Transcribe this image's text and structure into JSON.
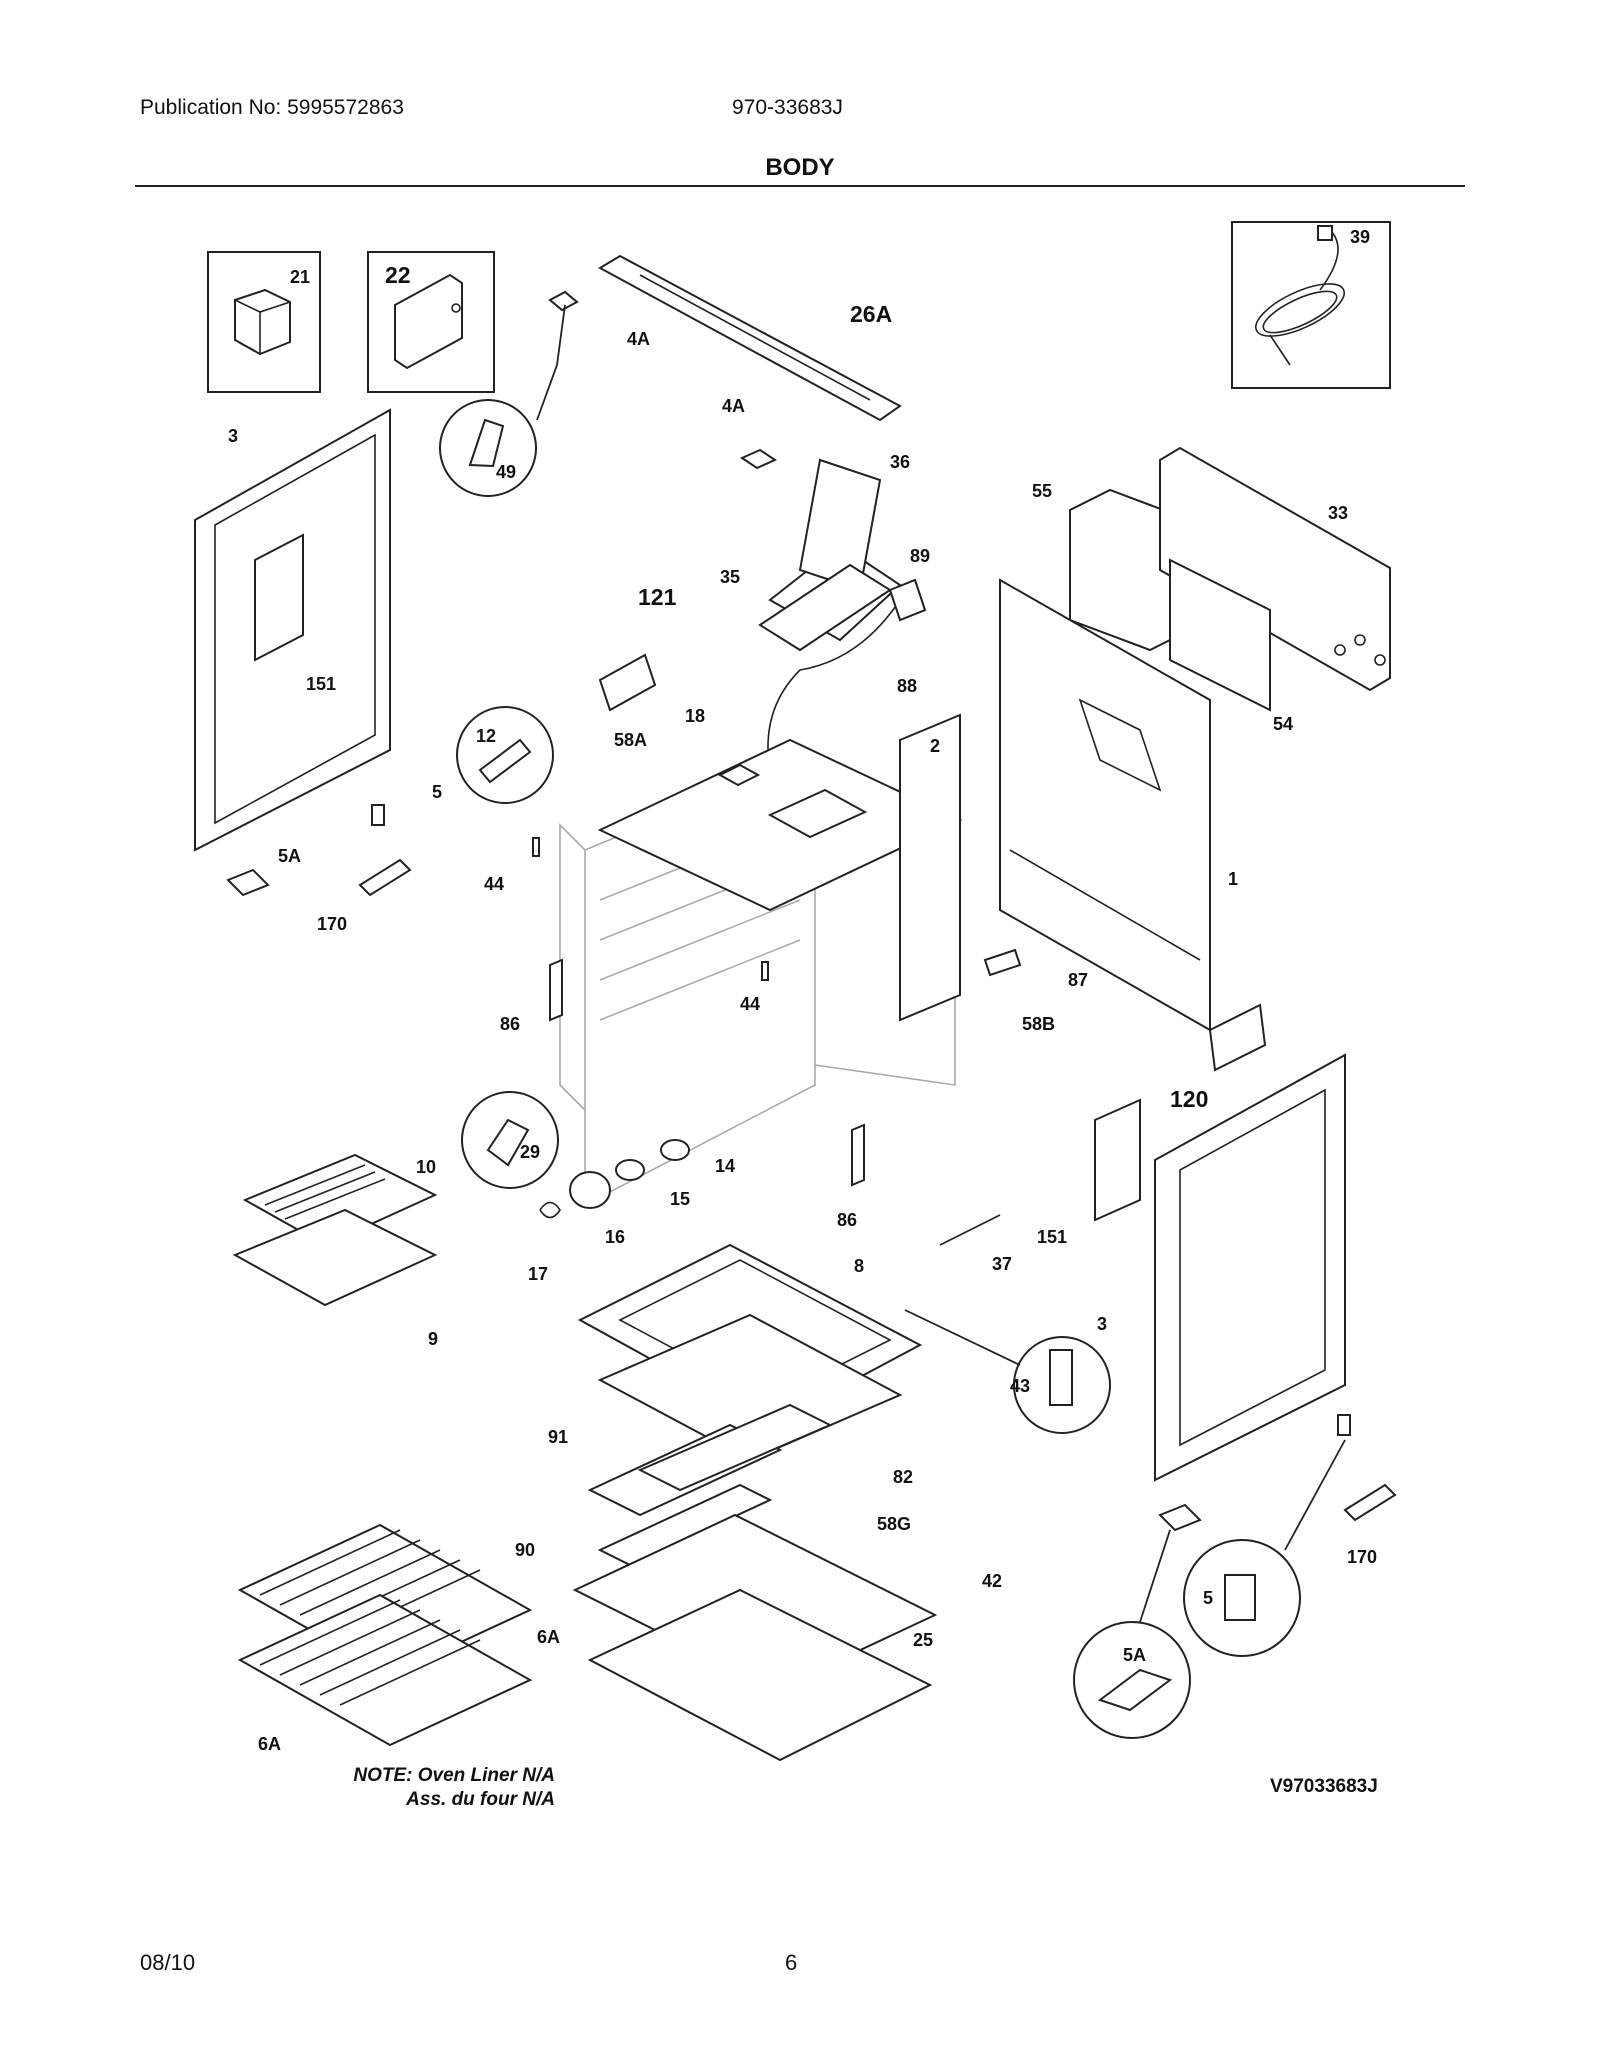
{
  "header": {
    "publication": "Publication No: 5995572863",
    "model": "970-33683J",
    "title": "BODY"
  },
  "callouts": [
    "21",
    "22",
    "39",
    "26A",
    "4A",
    "4A",
    "49",
    "3",
    "36",
    "55",
    "33",
    "35",
    "89",
    "121",
    "151",
    "88",
    "12",
    "18",
    "2",
    "54",
    "5",
    "58A",
    "5A",
    "44",
    "1",
    "170",
    "87",
    "44",
    "86",
    "58B",
    "120",
    "29",
    "10",
    "14",
    "15",
    "86",
    "16",
    "151",
    "37",
    "17",
    "8",
    "3",
    "9",
    "43",
    "91",
    "82",
    "58G",
    "90",
    "42",
    "170",
    "5",
    "6A",
    "25",
    "5A",
    "6A"
  ],
  "note": {
    "line1": "NOTE: Oven Liner N/A",
    "line2": "Ass. du four N/A"
  },
  "diagram_code": "V97033683J",
  "footer": {
    "date": "08/10",
    "page": "6"
  }
}
